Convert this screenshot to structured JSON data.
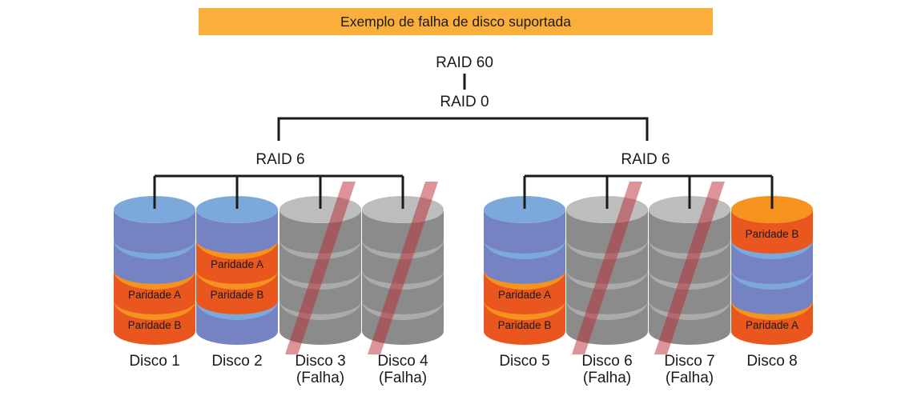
{
  "banner": {
    "text": "Exemplo de falha de disco suportada",
    "bg": "#FAAF3B"
  },
  "tree": {
    "root_label": "RAID 60",
    "level2_label": "RAID 0",
    "groups": [
      {
        "label": "RAID 6",
        "disk_indices": [
          0,
          1,
          2,
          3
        ]
      },
      {
        "label": "RAID 6",
        "disk_indices": [
          4,
          5,
          6,
          7
        ]
      }
    ]
  },
  "colors": {
    "line": "#1a1a1a",
    "blue_body": "#7583C2",
    "blue_top": "#7CA9DC",
    "orange_body": "#E9561E",
    "orange_top": "#F6921E",
    "gray_body": "#8B8B8B",
    "gray_top": "#BDBDBD",
    "gray_rim": "#ABABAB",
    "fail_slash": "rgba(187,42,52,0.5)"
  },
  "disks": [
    {
      "name": "Disco 1",
      "status": "",
      "failed": false,
      "segments": [
        {
          "color": "blue"
        },
        {
          "color": "blue"
        },
        {
          "color": "orange",
          "label": "Paridade A"
        },
        {
          "color": "orange",
          "label": "Paridade B"
        }
      ]
    },
    {
      "name": "Disco 2",
      "status": "",
      "failed": false,
      "segments": [
        {
          "color": "blue"
        },
        {
          "color": "orange",
          "label": "Paridade A"
        },
        {
          "color": "orange",
          "label": "Paridade B"
        },
        {
          "color": "blue"
        }
      ]
    },
    {
      "name": "Disco 3",
      "status": "(Falha)",
      "failed": true,
      "segments": [
        {
          "color": "gray"
        },
        {
          "color": "gray"
        },
        {
          "color": "gray"
        },
        {
          "color": "gray"
        }
      ]
    },
    {
      "name": "Disco 4",
      "status": "(Falha)",
      "failed": true,
      "segments": [
        {
          "color": "gray"
        },
        {
          "color": "gray"
        },
        {
          "color": "gray"
        },
        {
          "color": "gray"
        }
      ]
    },
    {
      "name": "Disco 5",
      "status": "",
      "failed": false,
      "segments": [
        {
          "color": "blue"
        },
        {
          "color": "blue"
        },
        {
          "color": "orange",
          "label": "Paridade A"
        },
        {
          "color": "orange",
          "label": "Paridade B"
        }
      ]
    },
    {
      "name": "Disco 6",
      "status": "(Falha)",
      "failed": true,
      "segments": [
        {
          "color": "gray"
        },
        {
          "color": "gray"
        },
        {
          "color": "gray"
        },
        {
          "color": "gray"
        }
      ]
    },
    {
      "name": "Disco 7",
      "status": "(Falha)",
      "failed": true,
      "segments": [
        {
          "color": "gray"
        },
        {
          "color": "gray"
        },
        {
          "color": "gray"
        },
        {
          "color": "gray"
        }
      ]
    },
    {
      "name": "Disco 8",
      "status": "",
      "failed": false,
      "segments": [
        {
          "color": "orange",
          "label": "Paridade B"
        },
        {
          "color": "blue"
        },
        {
          "color": "blue"
        },
        {
          "color": "orange",
          "label": "Paridade A"
        }
      ]
    }
  ]
}
